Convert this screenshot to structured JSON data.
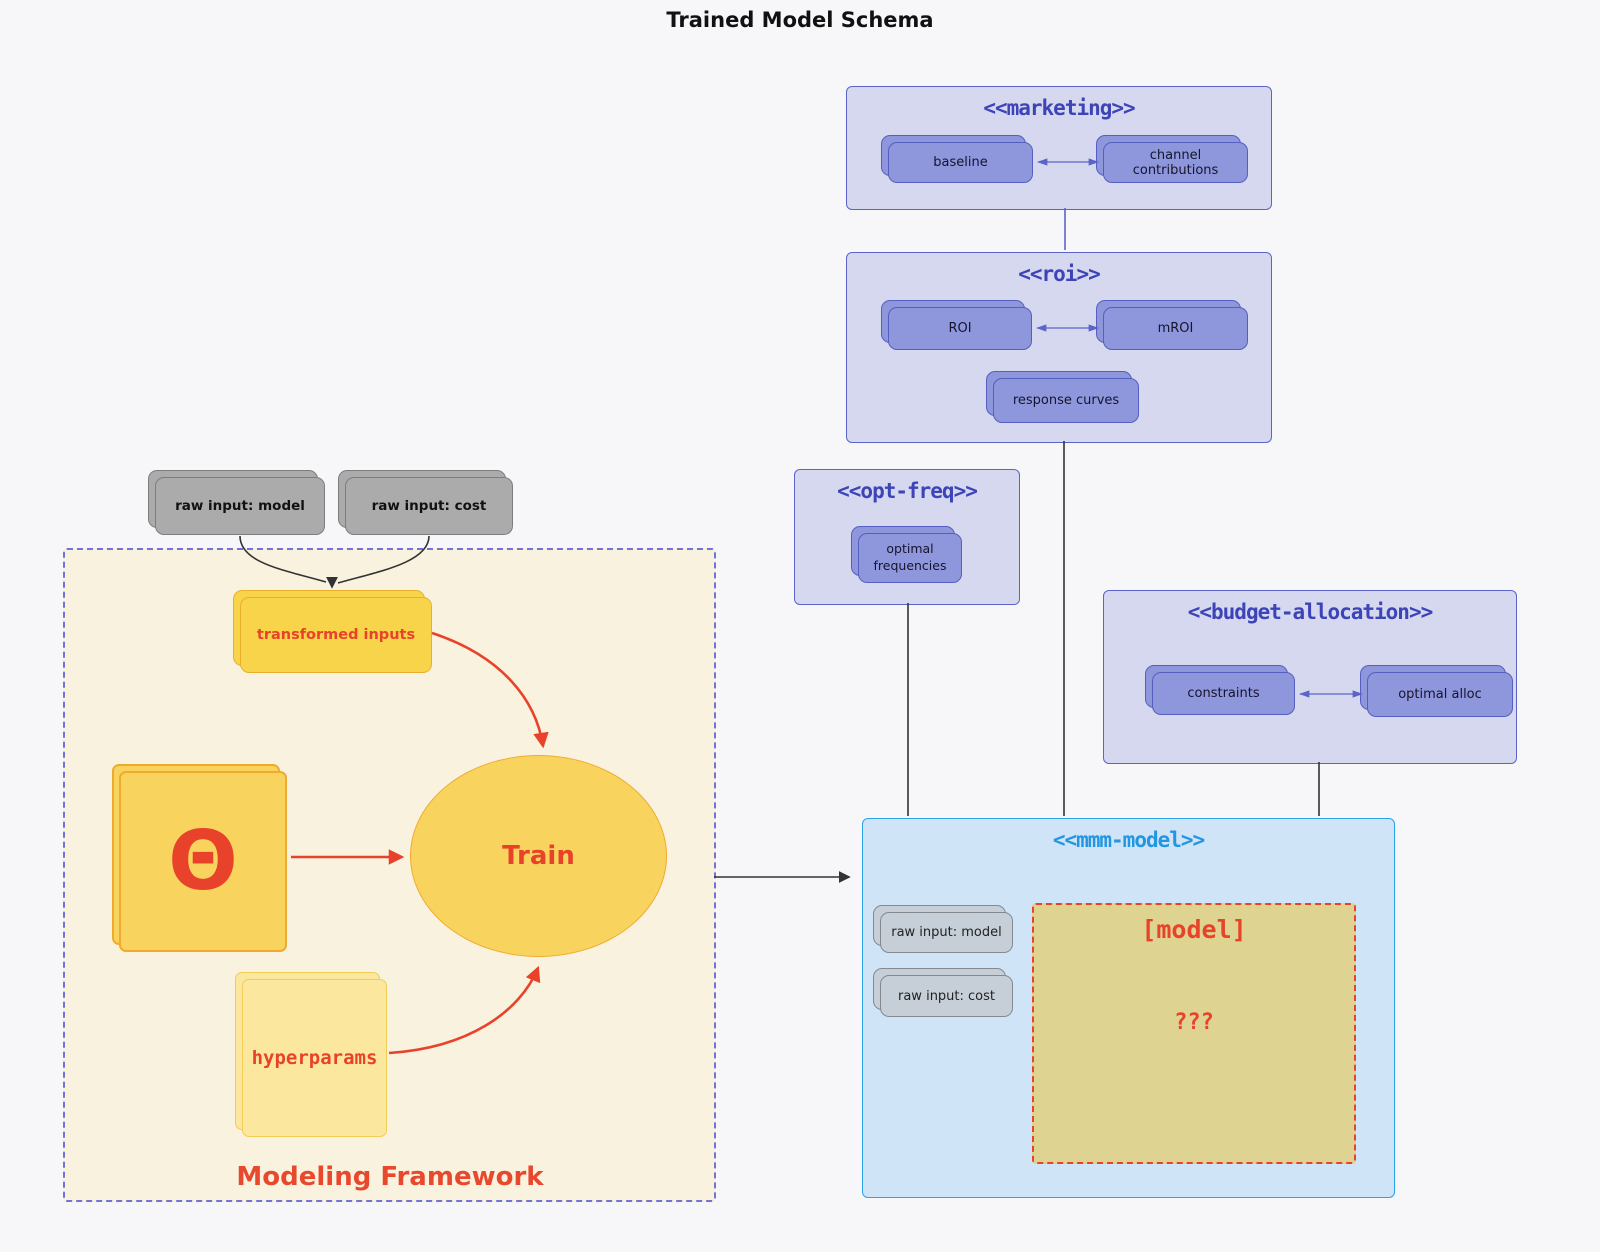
{
  "title": "Trained Model Schema",
  "colors": {
    "purple_border": "#5c64c7",
    "purple_node": "#8e96dc",
    "purple_cluster_bg": "#d5d8ef",
    "purple_title": "#3c44b8",
    "blue_border": "#2ba3e8",
    "blue_title": "#2396e2",
    "red_accent": "#e8432a",
    "yellow_node": "#f8d44a",
    "khaki_model_box": "#ded391",
    "cream_bg": "#f9f2de",
    "gray_node": "#ababab",
    "steel_node": "#c6cfd7",
    "dark_line": "#333333"
  },
  "raw_inputs": {
    "model": "raw input: model",
    "cost": "raw input: cost"
  },
  "marketing": {
    "title": "<<marketing>>",
    "baseline": "baseline",
    "channel": "channel contributions"
  },
  "roi": {
    "title": "<<roi>>",
    "roi": "ROI",
    "mroi": "mROI",
    "response": "response curves"
  },
  "optfreq": {
    "title": "<<opt-freq>>",
    "optimal": "optimal frequencies"
  },
  "budget": {
    "title": "<<budget-allocation>>",
    "constraints": "constraints",
    "alloc": "optimal alloc"
  },
  "mmm": {
    "title": "<<mmm-model>>",
    "raw_model": "raw input: model",
    "raw_cost": "raw input: cost",
    "model_label": "[model]",
    "model_placeholder": "???"
  },
  "framework": {
    "label": "Modeling Framework",
    "transformed": "transformed inputs",
    "theta": "Θ",
    "train": "Train",
    "hyperparams": "hyperparams"
  }
}
